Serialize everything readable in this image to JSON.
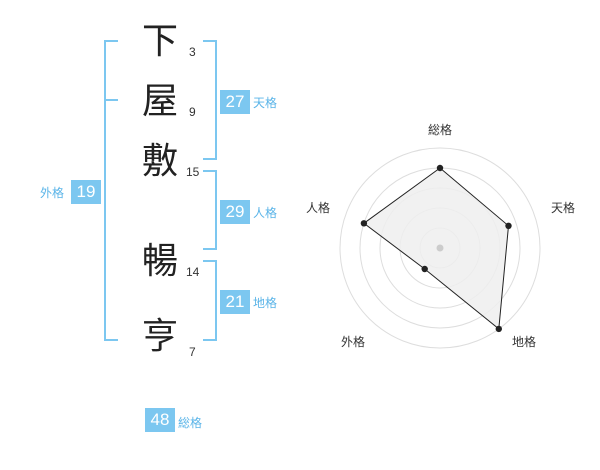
{
  "name": {
    "chars": [
      {
        "char": "下",
        "strokes": "3"
      },
      {
        "char": "屋",
        "strokes": "9"
      },
      {
        "char": "敷",
        "strokes": "15"
      },
      {
        "char": "暢",
        "strokes": "14"
      },
      {
        "char": "亨",
        "strokes": "7"
      }
    ]
  },
  "fortunes": {
    "tenkaku": {
      "value": "27",
      "label": "天格"
    },
    "jinkaku": {
      "value": "29",
      "label": "人格"
    },
    "chikaku": {
      "value": "21",
      "label": "地格"
    },
    "gaikaku": {
      "value": "19",
      "label": "外格"
    },
    "soukaku": {
      "value": "48",
      "label": "総格"
    }
  },
  "chart_data": {
    "type": "radar",
    "axes": [
      "総格",
      "天格",
      "地格",
      "外格",
      "人格"
    ],
    "values": [
      4.0,
      3.6,
      5.0,
      1.3,
      4.0
    ],
    "max": 5,
    "rings": 5,
    "colors": {
      "fill": "#efefef",
      "line": "#222222",
      "ring": "#dddddd",
      "center": "#cccccc"
    }
  }
}
